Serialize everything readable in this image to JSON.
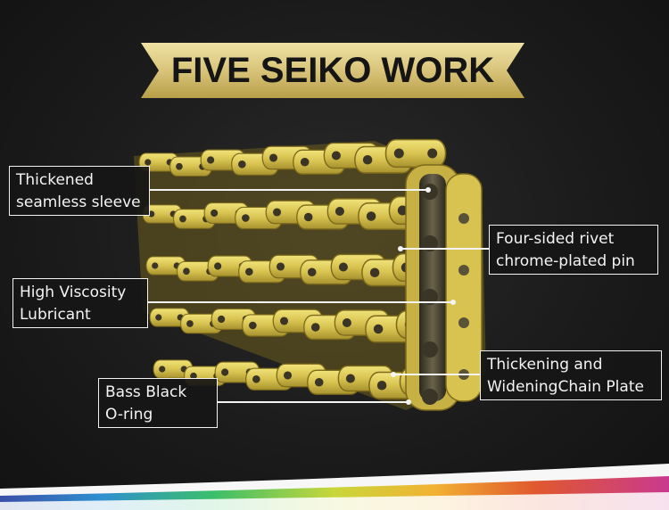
{
  "banner": {
    "title": "FIVE SEIKO WORK",
    "gold_color": "#d9c47a",
    "text_color": "#151515"
  },
  "callouts": [
    {
      "id": "sleeve",
      "label_line1": "Thickened",
      "label_line2": "seamless sleeve"
    },
    {
      "id": "pin",
      "label_line1": "Four-sided rivet",
      "label_line2": "chrome-plated pin"
    },
    {
      "id": "lubricant",
      "label_line1": "High Viscosity",
      "label_line2": "Lubricant"
    },
    {
      "id": "plate",
      "label_line1": "Thickening and",
      "label_line2": "WideningChain Plate"
    },
    {
      "id": "oring",
      "label_line1": "Bass Black",
      "label_line2": "O-ring"
    }
  ],
  "colors": {
    "background": "#1a1a1a",
    "chain_gold": "#d8c350",
    "chain_shadow": "#8f7d24",
    "rivet_dark": "#3a3526",
    "callout_border": "#f2f2f2"
  }
}
